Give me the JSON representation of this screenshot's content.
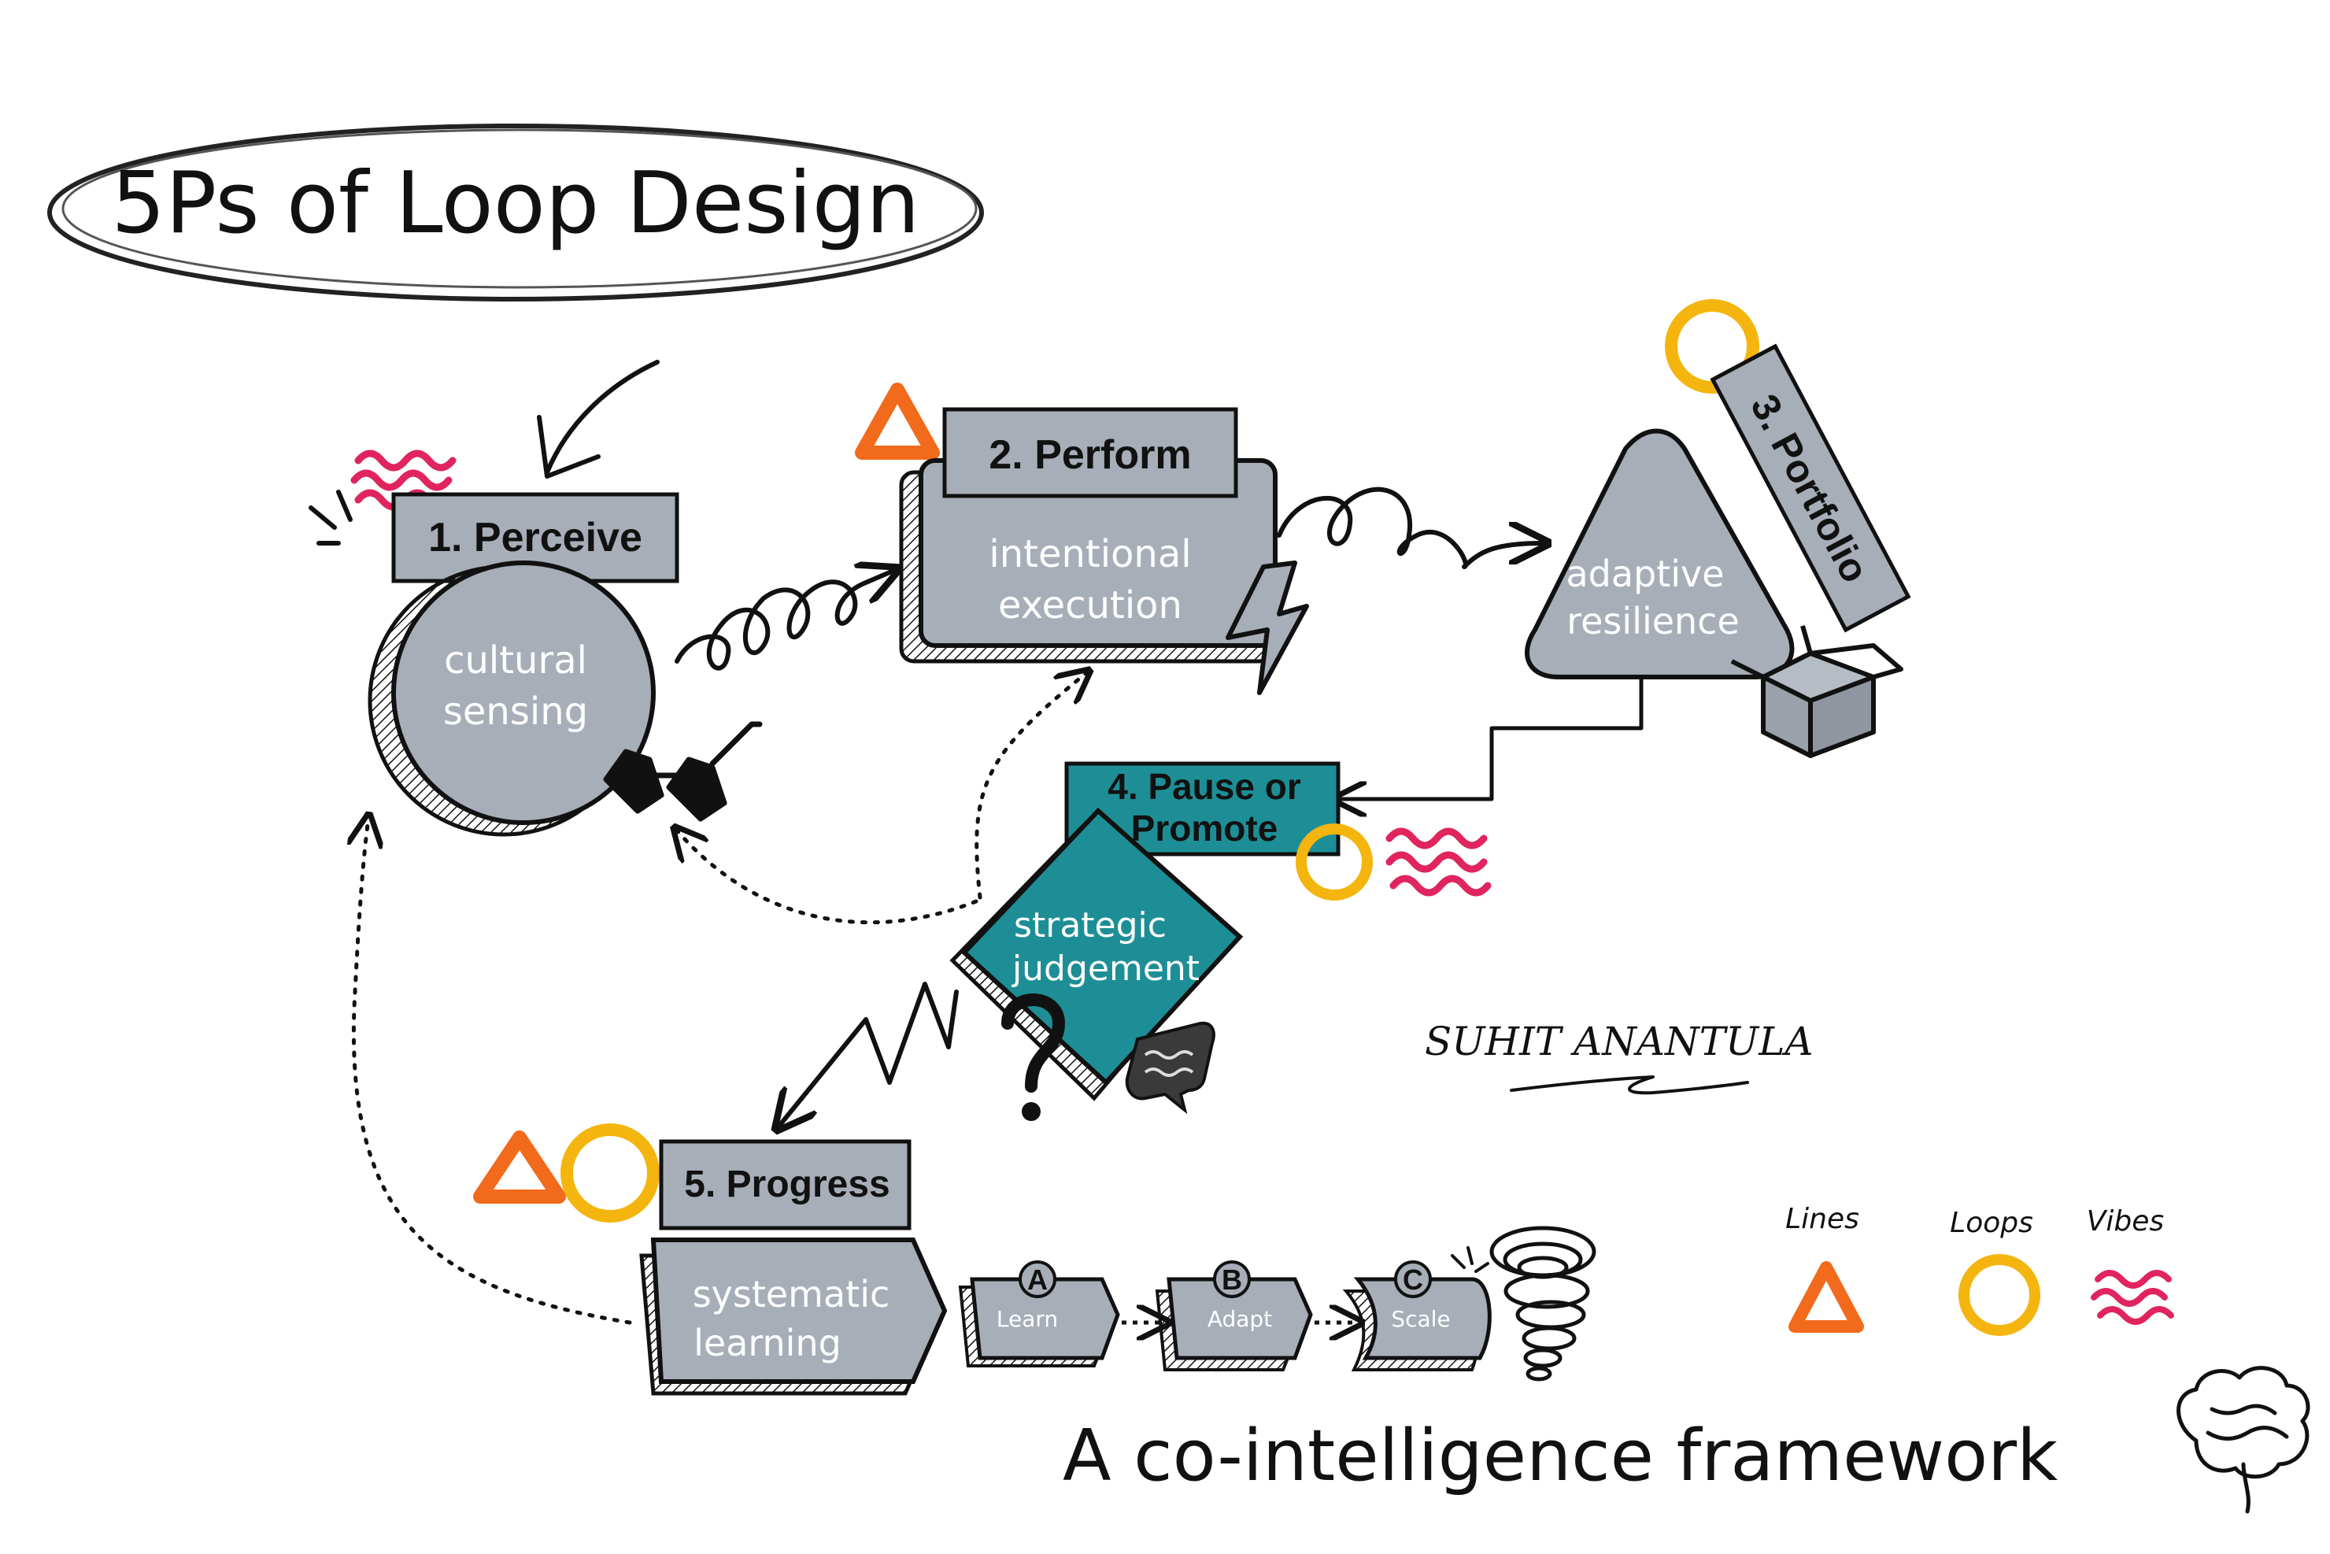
{
  "title": "5Ps of Loop Design",
  "subtitle": "A co-intelligence framework",
  "signature": "SUHIT ANANTULA",
  "colors": {
    "shape_fill": "#a7aeb8",
    "teal": "#1e8e96",
    "orange": "#f26a1b",
    "yellow": "#f5b50f",
    "pink": "#e0245e",
    "ink": "#111111"
  },
  "stages": [
    {
      "label": "1. Perceive",
      "description_lines": [
        "cultural",
        "sensing"
      ]
    },
    {
      "label": "2. Perform",
      "description_lines": [
        "intentional",
        "execution"
      ]
    },
    {
      "label": "3. Portfolio",
      "description_lines": [
        "adaptive",
        "resilience"
      ]
    },
    {
      "label_lines": [
        "4. Pause or",
        "Promote"
      ],
      "description_lines": [
        "strategic",
        "judgement"
      ]
    },
    {
      "label": "5. Progress",
      "description_lines": [
        "systematic",
        "learning"
      ]
    }
  ],
  "steps": [
    {
      "letter": "A",
      "label": "Learn"
    },
    {
      "letter": "B",
      "label": "Adapt"
    },
    {
      "letter": "C",
      "label": "Scale"
    }
  ],
  "legend": [
    {
      "label": "Lines",
      "icon": "orange-triangle-icon"
    },
    {
      "label": "Loops",
      "icon": "yellow-circle-icon"
    },
    {
      "label": "Vibes",
      "icon": "pink-squiggle-icon"
    }
  ]
}
